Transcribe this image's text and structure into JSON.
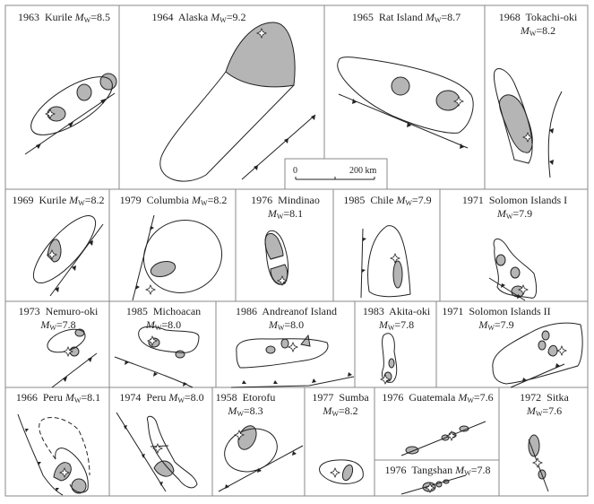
{
  "magnitude_symbol": "M",
  "magnitude_subscript": "W",
  "panels": [
    {
      "year": "1963",
      "name": "Kurile",
      "mag": "8.5"
    },
    {
      "year": "1964",
      "name": "Alaska",
      "mag": "9.2"
    },
    {
      "year": "1965",
      "name": "Rat Island",
      "mag": "8.7"
    },
    {
      "year": "1968",
      "name": "Tokachi-oki",
      "mag": "8.2"
    },
    {
      "year": "1969",
      "name": "Kurile",
      "mag": "8.2"
    },
    {
      "year": "1979",
      "name": "Columbia",
      "mag": "8.2"
    },
    {
      "year": "1976",
      "name": "Mindinao",
      "mag": "8.1"
    },
    {
      "year": "1985",
      "name": "Chile",
      "mag": "7.9"
    },
    {
      "year": "1971",
      "name": "Solomon Islands I",
      "mag": "7.9"
    },
    {
      "year": "1973",
      "name": "Nemuro-oki",
      "mag": "7.8"
    },
    {
      "year": "1985",
      "name": "Michoacan",
      "mag": "8.0"
    },
    {
      "year": "1986",
      "name": "Andreanof Island",
      "mag": "8.0"
    },
    {
      "year": "1983",
      "name": "Akita-oki",
      "mag": "7.8"
    },
    {
      "year": "1971",
      "name": "Solomon Islands II",
      "mag": "7.9"
    },
    {
      "year": "1966",
      "name": "Peru",
      "mag": "8.1"
    },
    {
      "year": "1974",
      "name": "Peru",
      "mag": "8.0"
    },
    {
      "year": "1958",
      "name": "Etorofu",
      "mag": "8.3"
    },
    {
      "year": "1977",
      "name": "Sumba",
      "mag": "8.2"
    },
    {
      "year": "1976",
      "name": "Guatemala",
      "mag": "7.6"
    },
    {
      "year": "1976",
      "name": "Tangshan",
      "mag": "7.8"
    },
    {
      "year": "1972",
      "name": "Sitka",
      "mag": "7.6"
    }
  ],
  "scale_bar": {
    "start": "0",
    "end": "200 km"
  },
  "colors": {
    "asperity": "#b5b5b5",
    "line": "#222222",
    "frame": "#888888"
  }
}
